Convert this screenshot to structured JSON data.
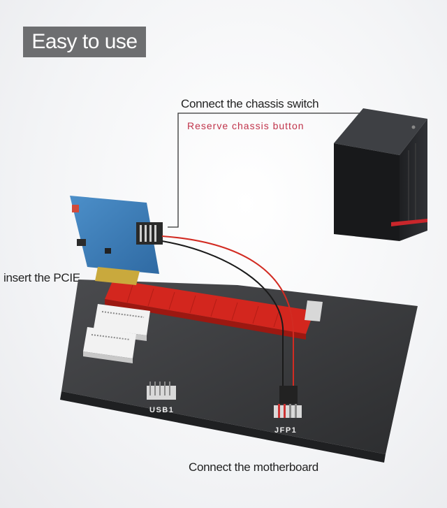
{
  "header": {
    "badge": "Easy to use"
  },
  "labels": {
    "chassis_switch": "Connect the chassis switch",
    "reserve_button": "Reserve chassis button",
    "insert_pcie": "insert the PCIE",
    "motherboard": "Connect the motherboard"
  },
  "ports": {
    "usb": "USB1",
    "jfp": "JFP1"
  },
  "colors": {
    "badge_bg": "#6d6e70",
    "slot_red": "#d3261e",
    "accent_text": "#c0334a",
    "board": "#3a3b3d"
  }
}
